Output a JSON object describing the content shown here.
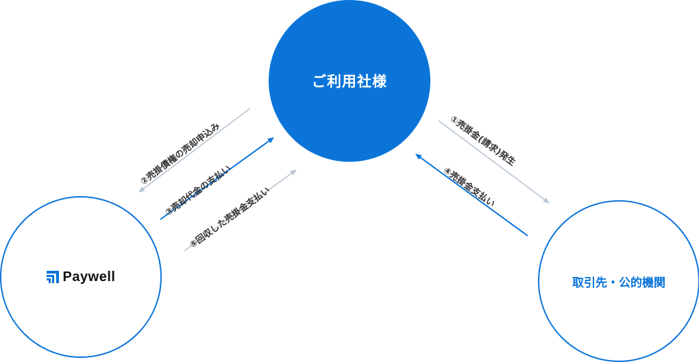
{
  "nodes": {
    "user": "ご利用社様",
    "paywell": "Paywell",
    "partner": "取引先・公的機関"
  },
  "flows": {
    "step1": "①売掛金(請求)発生",
    "step2": "②売掛債権の売却申込み",
    "step3": "③売却代金の支払い",
    "step4": "④売掛金支払い",
    "step5": "⑤回収した売掛金支払い"
  },
  "colors": {
    "primary": "#0a74d9",
    "muted_arrow": "#b8c4d4",
    "label_text": "#333333"
  }
}
